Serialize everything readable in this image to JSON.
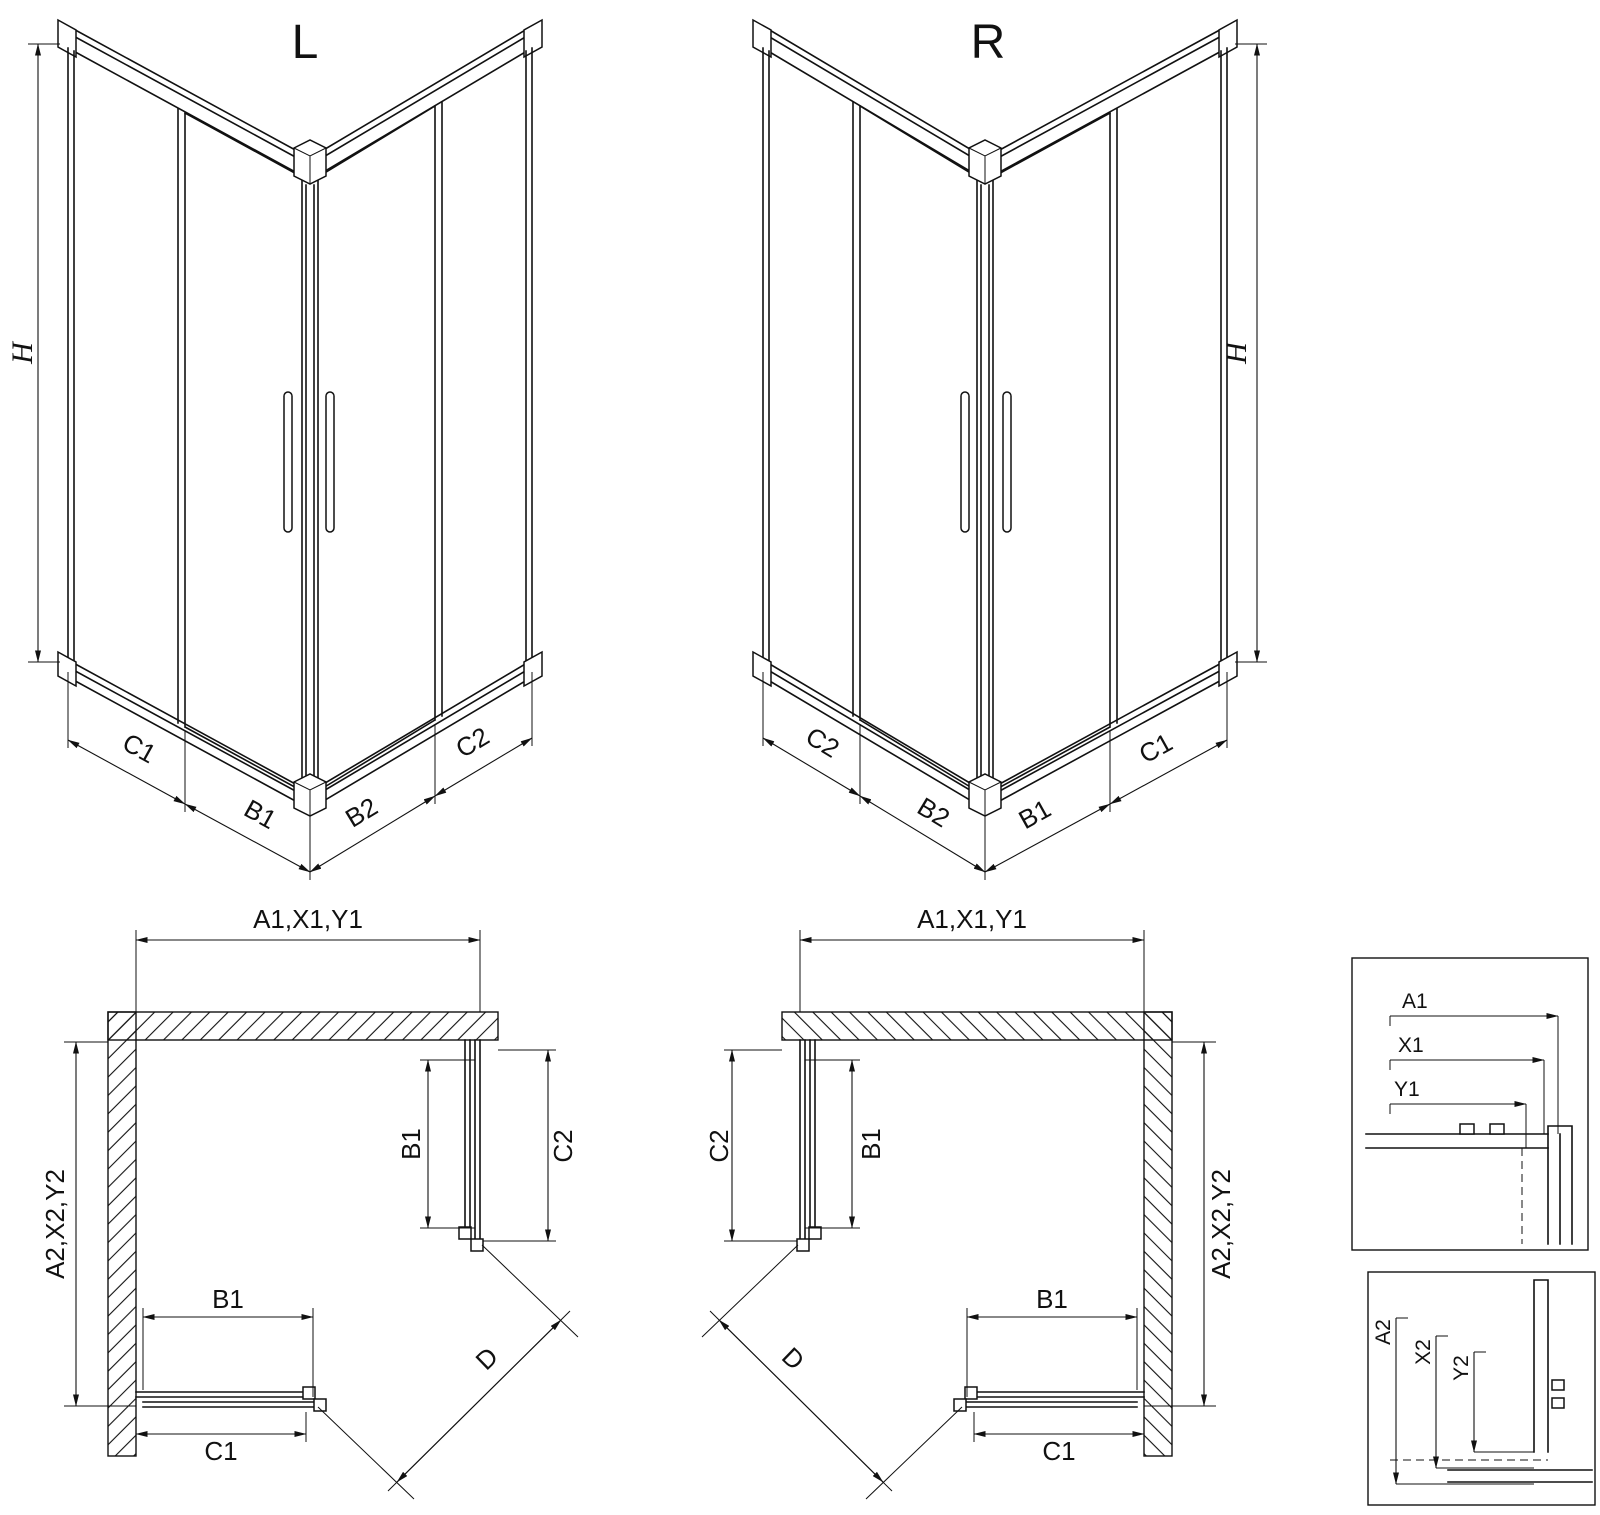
{
  "views": {
    "iso_left": {
      "label": "L",
      "h": "H",
      "c1": "C1",
      "b1": "B1",
      "b2": "B2",
      "c2": "C2"
    },
    "iso_right": {
      "label": "R",
      "h": "H",
      "c1": "C1",
      "b1": "B1",
      "b2": "B2",
      "c2": "C2"
    },
    "plan_left": {
      "width_top": "A1,X1,Y1",
      "depth_side": "A2,X2,Y2",
      "b1_door": "B1",
      "c2_panel": "C2",
      "b1_door_bottom": "B1",
      "c1_panel": "C1",
      "diagonal": "D"
    },
    "plan_right": {
      "width_top": "A1,X1,Y1",
      "depth_side": "A2,X2,Y2",
      "b1_door": "B1",
      "c2_panel": "C2",
      "b1_door_bottom": "B1",
      "c1_panel": "C1",
      "diagonal": "D"
    },
    "detail_horizontal": {
      "a1": "A1",
      "x1": "X1",
      "y1": "Y1"
    },
    "detail_vertical": {
      "a2": "A2",
      "x2": "X2",
      "y2": "Y2"
    }
  }
}
